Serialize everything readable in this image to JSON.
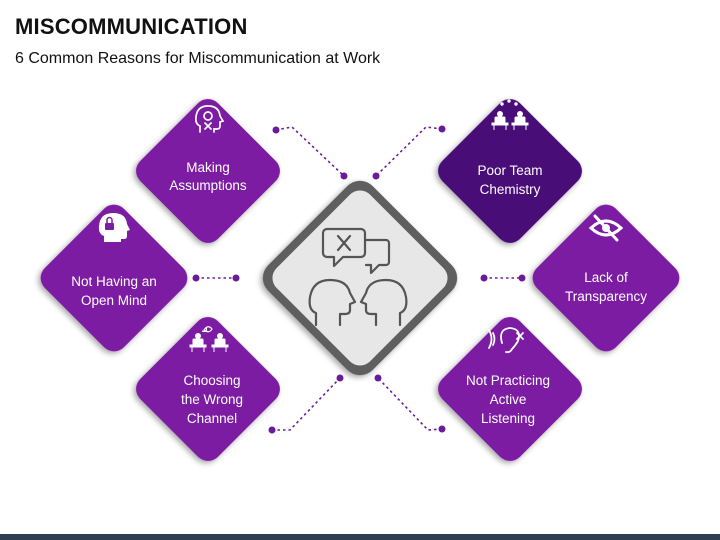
{
  "header": {
    "title": "MISCOMMUNICATION",
    "subtitle": "6 Common Reasons for Miscommunication at Work"
  },
  "colors": {
    "purple": "#7b1fa2",
    "dark_purple": "#4a0f78",
    "center_fill": "#e7e7e7",
    "center_border": "#5e5e5e",
    "connector": "#6a1b9a"
  },
  "center": {
    "icon": "miscommunication-heads-icon"
  },
  "nodes": {
    "making_assumptions": {
      "line1": "Making",
      "line2": "Assumptions",
      "icon": "head-eye-icon"
    },
    "open_mind": {
      "line1": "Not Having an",
      "line2": "Open Mind",
      "icon": "head-lock-icon"
    },
    "wrong_channel": {
      "line1": "Choosing",
      "line2": "the Wrong",
      "line3": "Channel",
      "icon": "desks-tangled-icon"
    },
    "team_chemistry": {
      "line1": "Poor Team",
      "line2": "Chemistry",
      "icon": "team-desks-icon"
    },
    "transparency": {
      "line1": "Lack of",
      "line2": "Transparency",
      "icon": "eye-slash-icon"
    },
    "active_listening": {
      "line1": "Not Practicing",
      "line2": "Active",
      "line3": "Listening",
      "icon": "ear-cross-icon"
    }
  }
}
